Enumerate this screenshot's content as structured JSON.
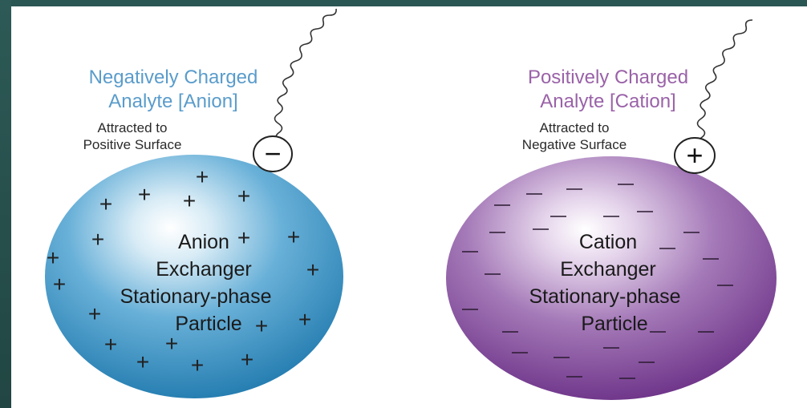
{
  "anion": {
    "title_line1": "Negatively Charged",
    "title_line2": "Analyte [Anion]",
    "attract_line1": "Attracted to",
    "attract_line2": "Positive Surface",
    "center_lines": [
      "Anion",
      "Exchanger",
      "Stationary-phase",
      "Particle"
    ],
    "analyte_symbol": "−",
    "surface_symbol": "+",
    "sphere_color": "#2e8cc0"
  },
  "cation": {
    "title_line1": "Positively Charged",
    "title_line2": "Analyte [Cation]",
    "attract_line1": "Attracted to",
    "attract_line2": "Negative Surface",
    "center_lines": [
      "Cation",
      "Exchanger",
      "Stationary-phase",
      "Particle"
    ],
    "analyte_symbol": "+",
    "surface_symbol": "—",
    "sphere_color": "#7a3f94"
  },
  "colors": {
    "frame": "#2f5f5c",
    "anion_title": "#5a9ccb",
    "cation_title": "#9a62a8"
  }
}
